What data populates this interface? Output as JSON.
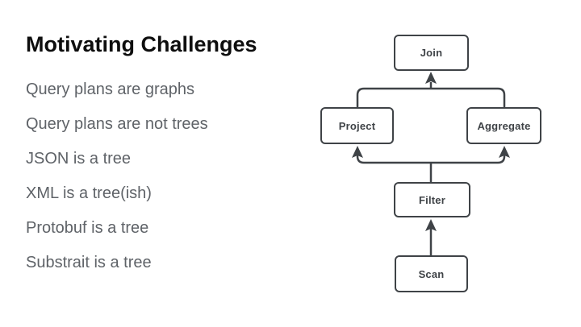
{
  "slide": {
    "title": "Motivating Challenges",
    "bullets": [
      "Query plans are graphs",
      "Query plans are not trees",
      "JSON is a tree",
      "XML is a tree(ish)",
      "Protobuf is a tree",
      "Substrait is a tree"
    ]
  },
  "diagram": {
    "nodes": [
      {
        "id": "join",
        "label": "Join"
      },
      {
        "id": "project",
        "label": "Project"
      },
      {
        "id": "aggregate",
        "label": "Aggregate"
      },
      {
        "id": "filter",
        "label": "Filter"
      },
      {
        "id": "scan",
        "label": "Scan"
      }
    ],
    "edges": [
      {
        "from": "scan",
        "to": "filter"
      },
      {
        "from": "filter",
        "to": "project"
      },
      {
        "from": "filter",
        "to": "aggregate"
      },
      {
        "from": "project",
        "to": "join"
      },
      {
        "from": "aggregate",
        "to": "join"
      }
    ]
  },
  "colors": {
    "background": "#ffffff",
    "title_text": "#0e0e0e",
    "body_text": "#5f6368",
    "node_border": "#3f4347",
    "node_fill": "#ffffff",
    "node_text": "#3f4347",
    "connector": "#3f4347"
  }
}
